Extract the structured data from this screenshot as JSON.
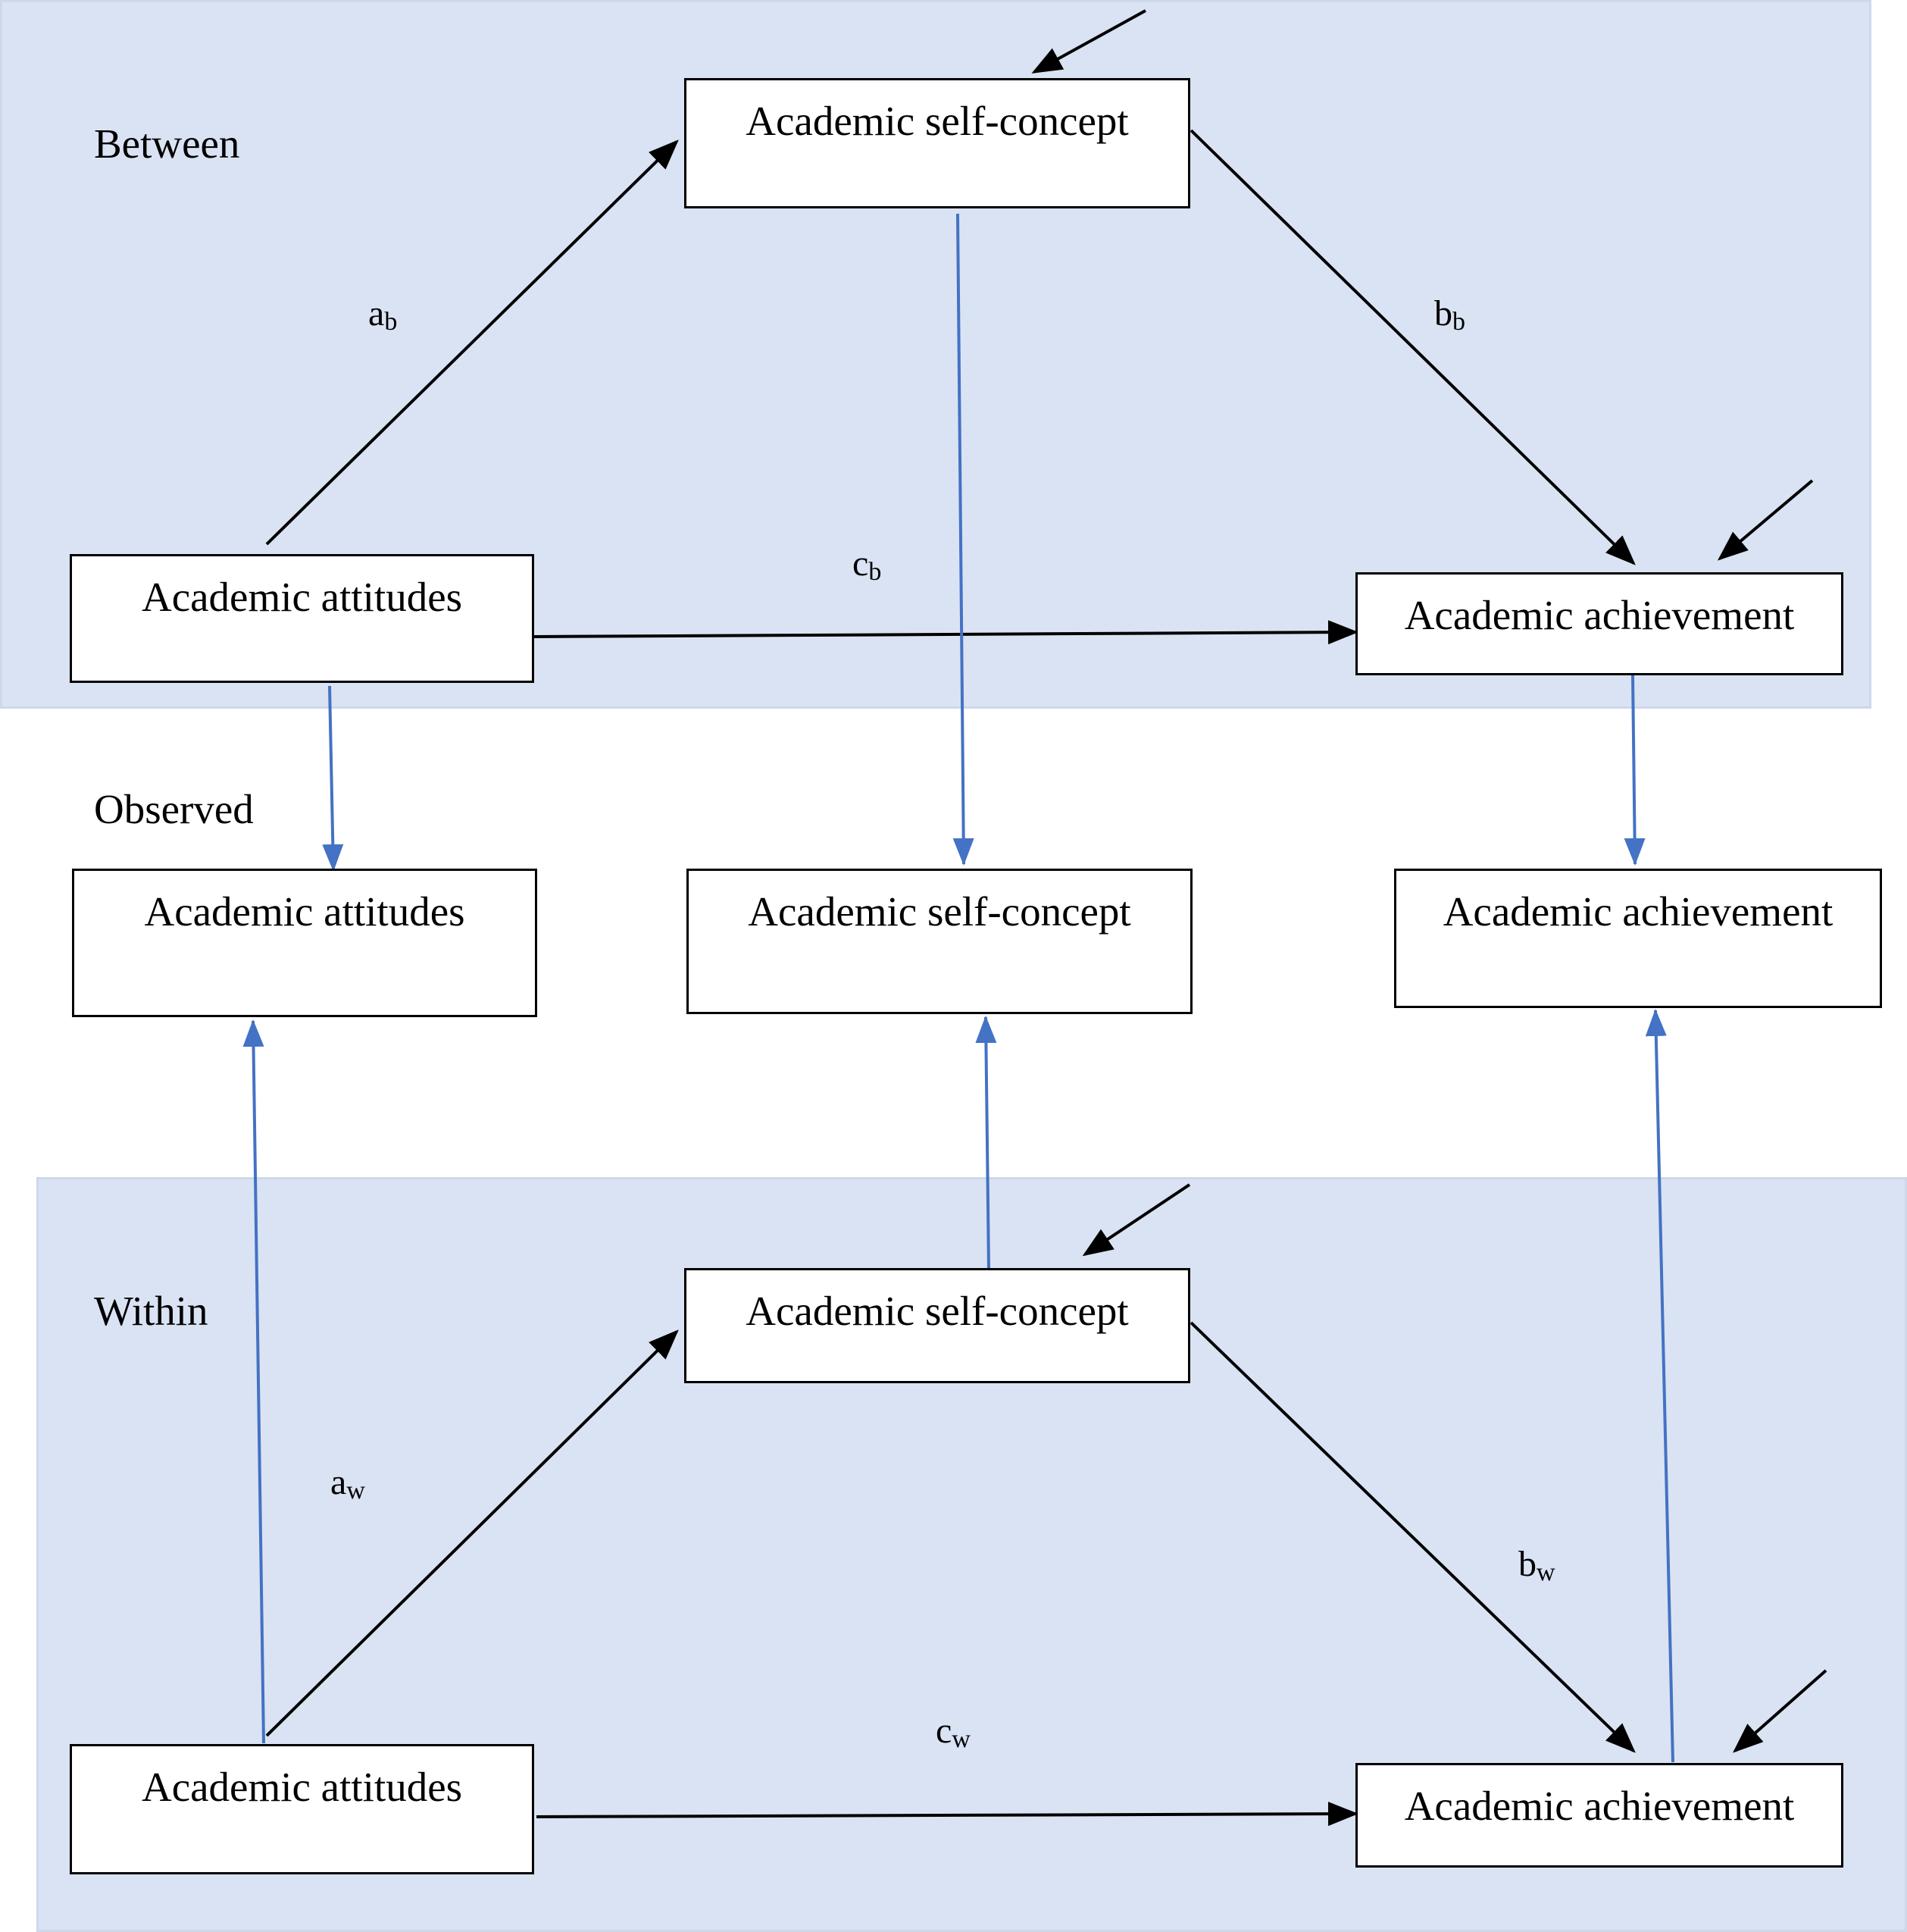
{
  "levels": {
    "between": "Between",
    "observed": "Observed",
    "within": "Within"
  },
  "nodes": {
    "between_selfconcept": "Academic self-concept",
    "between_attitudes": "Academic attitudes",
    "between_achievement": "Academic achievement",
    "observed_attitudes": "Academic attitudes",
    "observed_selfconcept": "Academic self-concept",
    "observed_achievement": "Academic achievement",
    "within_selfconcept": "Academic self-concept",
    "within_attitudes": "Academic attitudes",
    "within_achievement": "Academic achievement"
  },
  "paths": {
    "a_b": {
      "main": "a",
      "sub": "b"
    },
    "b_b": {
      "main": "b",
      "sub": "b"
    },
    "c_b": {
      "main": "c",
      "sub": "b"
    },
    "a_w": {
      "main": "a",
      "sub": "w"
    },
    "b_w": {
      "main": "b",
      "sub": "w"
    },
    "c_w": {
      "main": "c",
      "sub": "w"
    }
  },
  "colors": {
    "structural": "#000000",
    "decomposition": "#4472c4",
    "panel": "#dae3f3"
  }
}
